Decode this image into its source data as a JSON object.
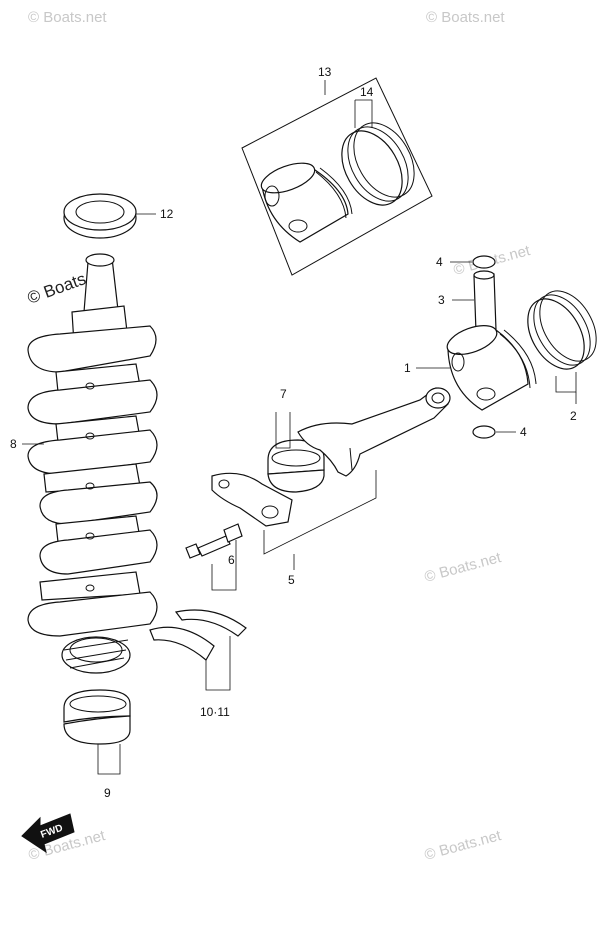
{
  "watermarks": {
    "top_left": "© Boats.net",
    "top_right": "© Boats.net",
    "upper_mid": "© Boats.net",
    "right_mid": "© Boats.net",
    "right_lower": "© Boats.net",
    "mid_left": "© Boats.net",
    "bottom_left": "© Boats.net",
    "bottom_right": "© Boats.net"
  },
  "callouts": {
    "c1": "1",
    "c2": "2",
    "c3": "3",
    "c4a": "4",
    "c4b": "4",
    "c5": "5",
    "c6": "6",
    "c7": "7",
    "c8": "8",
    "c9": "9",
    "c10_11": "10·11",
    "c12": "12",
    "c13": "13",
    "c14": "14"
  },
  "fwd_label": "FWD"
}
